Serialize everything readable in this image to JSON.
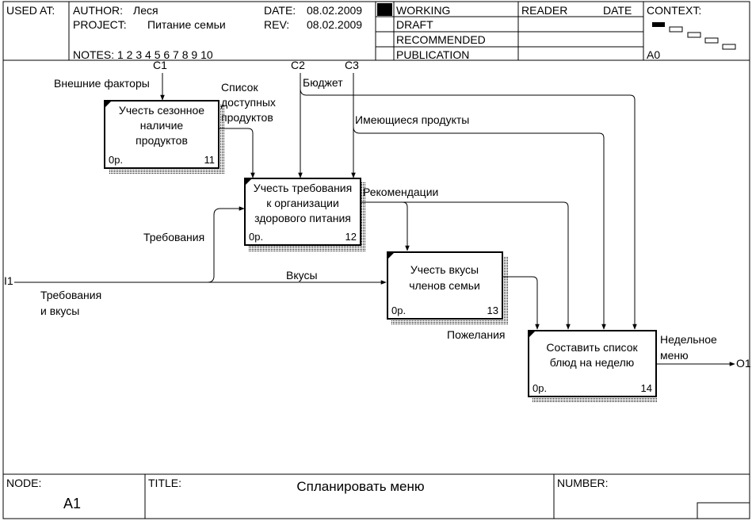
{
  "header": {
    "used_at": "USED AT:",
    "author_label": "AUTHOR:",
    "author": "Леся",
    "project_label": "PROJECT:",
    "project": "Питание семьи",
    "date_label": "DATE:",
    "date": "08.02.2009",
    "rev_label": "REV:",
    "rev": "08.02.2009",
    "notes": "NOTES:  1  2  3  4  5  6  7  8  9  10",
    "status": [
      "WORKING",
      "DRAFT",
      "RECOMMENDED",
      "PUBLICATION"
    ],
    "reader": "READER",
    "date2": "DATE",
    "context": "CONTEXT:",
    "context_node": "A0"
  },
  "footer": {
    "node_label": "NODE:",
    "node": "A1",
    "title_label": "TITLE:",
    "title": "Спланировать  меню",
    "number_label": "NUMBER:"
  },
  "boxes": [
    {
      "lines": [
        "Учесть сезонное",
        "наличие",
        "продуктов"
      ],
      "cost": "0р.",
      "num": "11"
    },
    {
      "lines": [
        "Учесть требования",
        "к организации",
        "здорового питания"
      ],
      "cost": "0р.",
      "num": "12"
    },
    {
      "lines": [
        "Учесть вкусы",
        "членов семьи"
      ],
      "cost": "0р.",
      "num": "13"
    },
    {
      "lines": [
        "Составить список",
        "блюд на неделю"
      ],
      "cost": "0р.",
      "num": "14"
    }
  ],
  "tunnels": {
    "c1": "C1",
    "c2": "C2",
    "c3": "C3",
    "i1": "I1",
    "o1": "O1"
  },
  "labels": {
    "external": "Внешние факторы",
    "list1": "Список",
    "list2": "доступных",
    "list3": "продуктов",
    "budget": "Бюджет",
    "existing": "Имеющиеся продукты",
    "recommend": "Рекомендации",
    "requirements": "Требования",
    "tastes": "Вкусы",
    "req_tastes1": "Требования",
    "req_tastes2": "и вкусы",
    "wishes": "Пожелания",
    "weekly1": "Недельное",
    "weekly2": "меню"
  }
}
